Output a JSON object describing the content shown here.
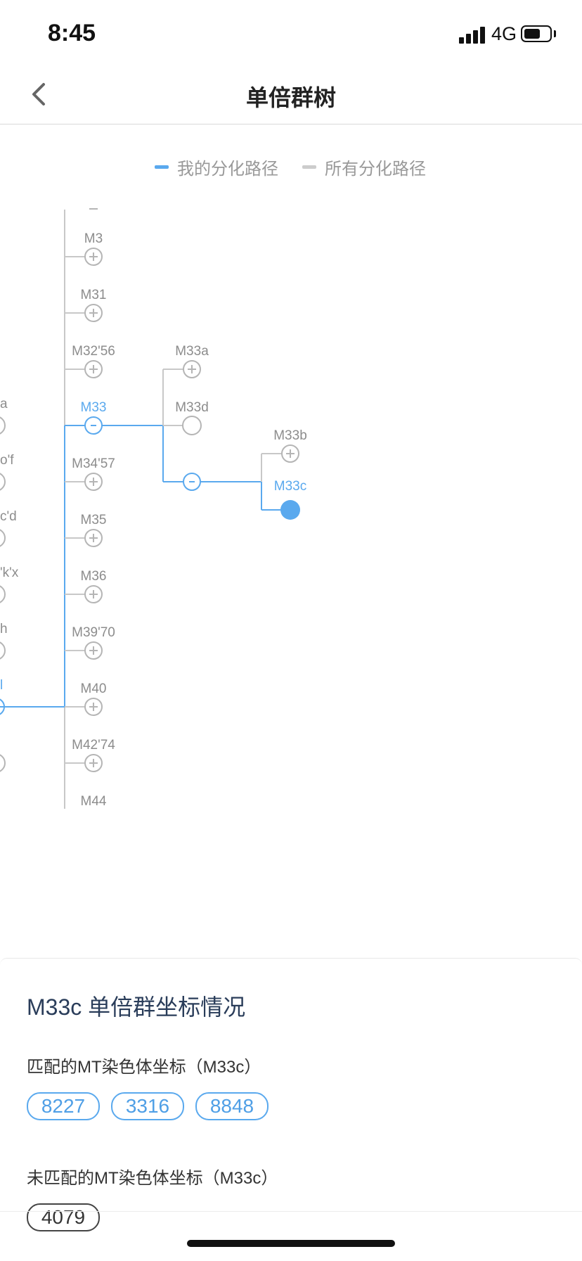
{
  "status_bar": {
    "time": "8:45",
    "network": "4G",
    "icons": [
      "signal-icon",
      "battery-icon"
    ]
  },
  "nav": {
    "title": "单倍群树",
    "back_icon": "chevron-left-icon"
  },
  "legend": {
    "mine": {
      "label": "我的分化路径",
      "color": "#5aa9ee"
    },
    "all": {
      "label": "所有分化路径",
      "color": "#cccccc"
    }
  },
  "colors": {
    "accent": "#5aa9ee",
    "node_gray": "#b5b5b5",
    "label_gray": "#8c8c8c",
    "line_gray": "#c8c8c8"
  },
  "tree": {
    "partial_left_labels": [
      "a",
      "o'f",
      "c'd",
      "'k'x",
      "h",
      "l"
    ],
    "main_children": [
      {
        "label": "M3",
        "state": "collapsed"
      },
      {
        "label": "M31",
        "state": "collapsed"
      },
      {
        "label": "M32'56",
        "state": "collapsed"
      },
      {
        "label": "M33",
        "state": "expanded",
        "on_path": true
      },
      {
        "label": "M34'57",
        "state": "collapsed"
      },
      {
        "label": "M35",
        "state": "collapsed"
      },
      {
        "label": "M36",
        "state": "collapsed"
      },
      {
        "label": "M39'70",
        "state": "collapsed"
      },
      {
        "label": "M40",
        "state": "collapsed"
      },
      {
        "label": "M42'74",
        "state": "collapsed"
      },
      {
        "label": "M44",
        "state": "collapsed"
      }
    ],
    "m33_children": [
      {
        "label": "M33a",
        "state": "collapsed"
      },
      {
        "label": "M33d",
        "state": "leaf"
      },
      {
        "label": "",
        "state": "expanded",
        "on_path": true
      }
    ],
    "sub_children": [
      {
        "label": "M33b",
        "state": "collapsed"
      },
      {
        "label": "M33c",
        "state": "selected",
        "on_path": true
      }
    ]
  },
  "panel": {
    "title": "M33c 单倍群坐标情况",
    "matched_label": "匹配的MT染色体坐标（M33c）",
    "matched": [
      "8227",
      "3316",
      "8848"
    ],
    "unmatched_label": "未匹配的MT染色体坐标（M33c）",
    "unmatched": [
      "4079"
    ]
  }
}
